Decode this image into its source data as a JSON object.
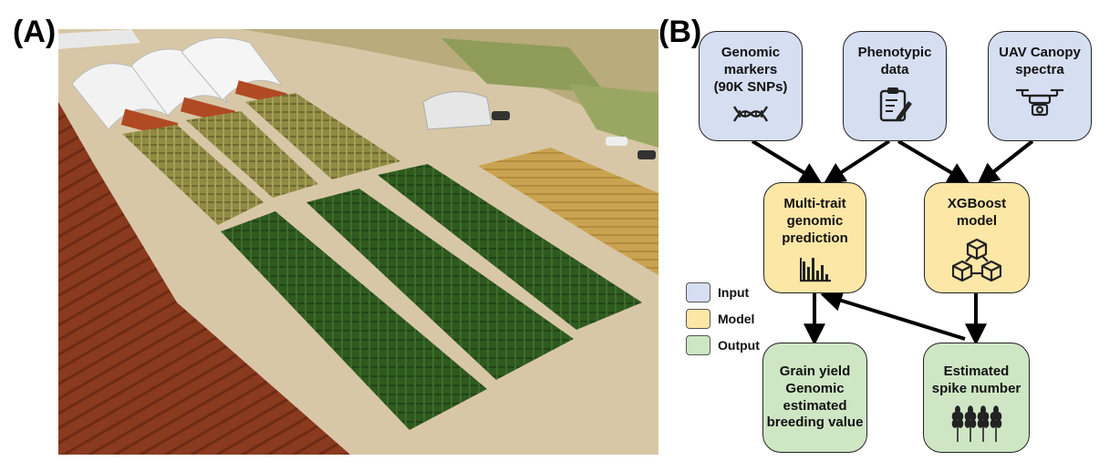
{
  "panels": {
    "a_label": "(A)",
    "b_label": "(B)"
  },
  "nodes": {
    "genomic": {
      "text": "Genomic\nmarkers\n(90K SNPs)",
      "icon": "dna-icon"
    },
    "phenotypic": {
      "text": "Phenotypic\ndata",
      "icon": "clipboard-pencil-icon"
    },
    "uav": {
      "text": "UAV Canopy\nspectra",
      "icon": "drone-camera-icon"
    },
    "multitrait": {
      "text": "Multi-trait\ngenomic\nprediction",
      "icon": "bar-chart-icon"
    },
    "xgboost": {
      "text": "XGBoost\nmodel",
      "icon": "cubes-network-icon"
    },
    "grain": {
      "text": "Grain yield\nGenomic\nestimated\nbreeding value"
    },
    "spike": {
      "text": "Estimated\nspike number",
      "icon": "wheat-icon"
    }
  },
  "legend": [
    {
      "label": "Input",
      "color": "#d6dff2"
    },
    {
      "label": "Model",
      "color": "#fde7a6"
    },
    {
      "label": "Output",
      "color": "#cfe6c5"
    }
  ],
  "colors": {
    "input": "#d6dff2",
    "model": "#fde7a6",
    "output": "#cfe6c5",
    "arrow": "#000000"
  }
}
